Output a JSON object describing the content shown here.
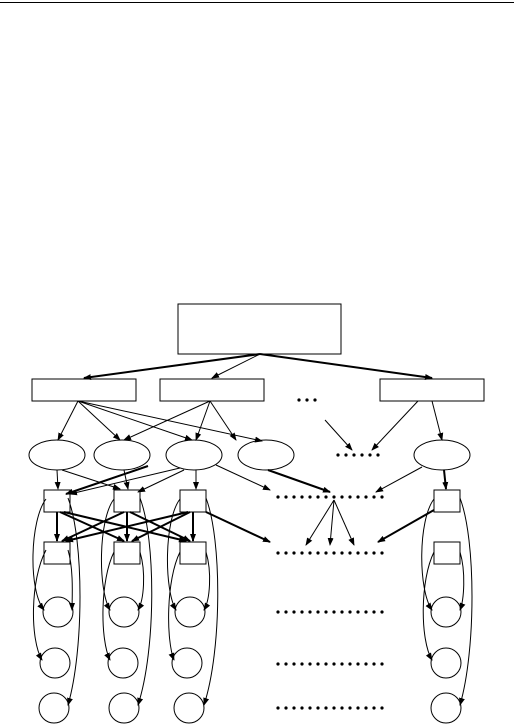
{
  "page": {
    "header_rule": true
  },
  "diagram": {
    "type": "hierarchy-graph",
    "levels": [
      {
        "name": "root",
        "shape": "rectangle",
        "count": 1
      },
      {
        "name": "level-1",
        "shape": "rectangle",
        "count": 4,
        "has_ellipsis": true
      },
      {
        "name": "level-2",
        "shape": "ellipse",
        "count": 5,
        "has_ellipsis": true
      },
      {
        "name": "level-3",
        "shape": "small-square",
        "count": 4,
        "has_ellipsis": true
      },
      {
        "name": "level-4",
        "shape": "small-square",
        "count": 4,
        "has_ellipsis": true
      },
      {
        "name": "level-5",
        "shape": "circle",
        "count": 4,
        "has_ellipsis": true
      },
      {
        "name": "level-6",
        "shape": "circle",
        "count": 4,
        "has_ellipsis": true
      },
      {
        "name": "level-7",
        "shape": "circle",
        "count": 4,
        "has_ellipsis": true
      }
    ],
    "stroke_color": "#000000",
    "fill_color": "#ffffff",
    "labels_present": false
  }
}
